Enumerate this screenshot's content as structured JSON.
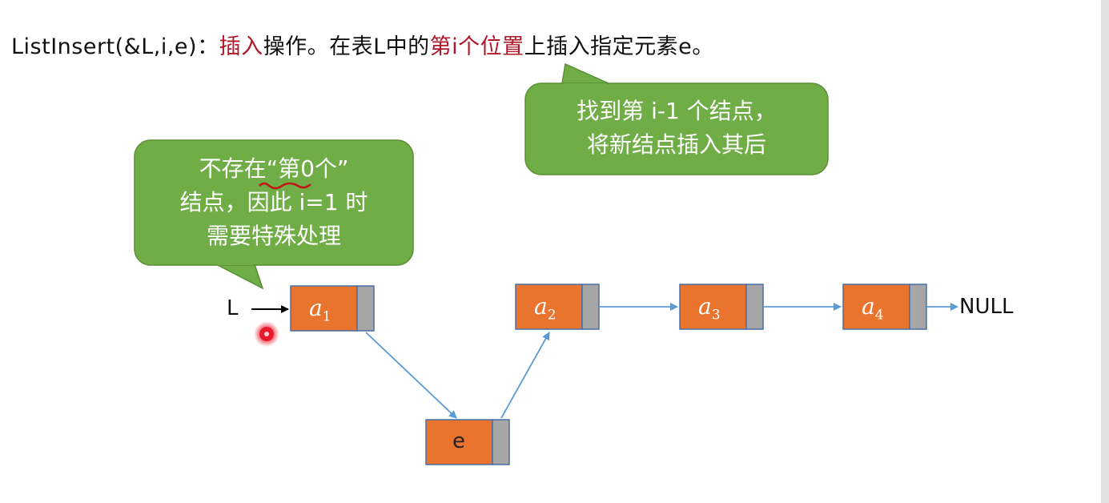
{
  "title": {
    "prefix": "ListInsert(&L,i,e)：",
    "hl1": "插入",
    "mid": "操作。在表L中的",
    "hl2": "第i个位置",
    "suffix": "上插入指定元素e。"
  },
  "bubble_left": {
    "line1": "不存在“第0个”",
    "line2": "结点，因此 i=1 时",
    "line3": "需要特殊处理"
  },
  "bubble_right": {
    "line1": "找到第 i-1 个结点，",
    "line2": "将新结点插入其后"
  },
  "head_label": "L",
  "nodes": [
    {
      "base": "a",
      "sub": "1"
    },
    {
      "base": "a",
      "sub": "2"
    },
    {
      "base": "a",
      "sub": "3"
    },
    {
      "base": "a",
      "sub": "4"
    }
  ],
  "new_node_label": "e",
  "null_label": "NULL",
  "colors": {
    "node_fill": "#e8742e",
    "pointer_fill": "#a6a6a6",
    "bubble_fill": "#70ad47",
    "arrow": "#5b9bd5",
    "highlight": "#b0182a",
    "cursor": "#e8192c"
  },
  "icons": [
    "cursor-dot-icon"
  ]
}
